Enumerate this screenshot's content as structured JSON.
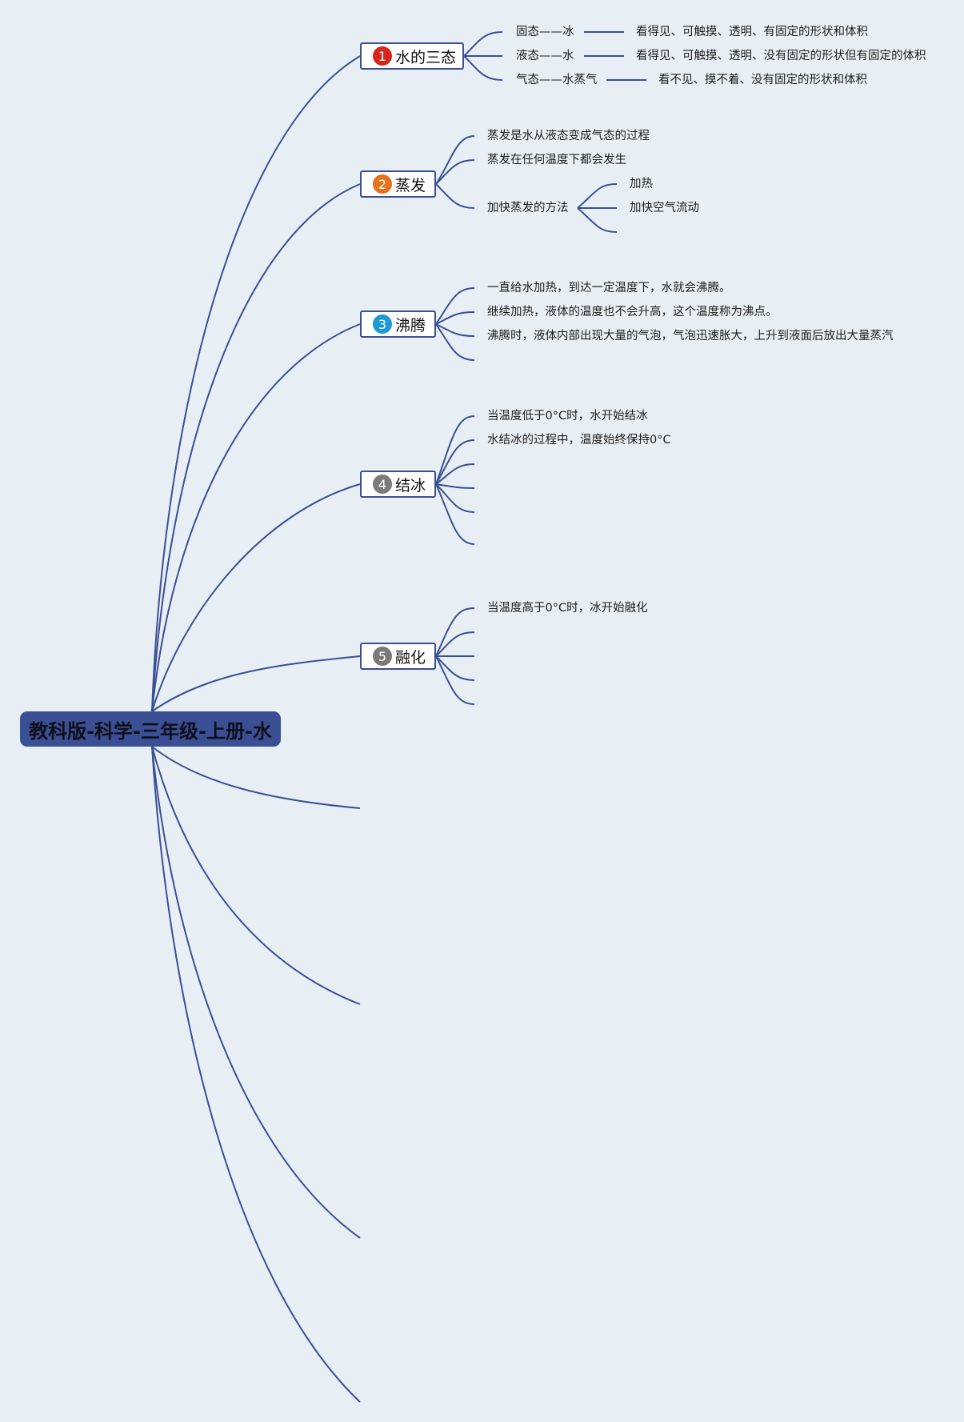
{
  "root": {
    "title": "教科版-科学-三年级-上册-水"
  },
  "topics": [
    {
      "num": "1",
      "label": "水的三态",
      "color": "#d8261c"
    },
    {
      "num": "2",
      "label": "蒸发",
      "color": "#e8711c"
    },
    {
      "num": "3",
      "label": "沸腾",
      "color": "#1d9ad6"
    },
    {
      "num": "4",
      "label": "结冰",
      "color": "#7a7a7a"
    },
    {
      "num": "5",
      "label": "融化",
      "color": "#7a7a7a"
    }
  ],
  "states": [
    {
      "name": "固态——冰",
      "desc": "看得见、可触摸、透明、有固定的形状和体积"
    },
    {
      "name": "液态——水",
      "desc": "看得见、可触摸、透明、没有固定的形状但有固定的体积"
    },
    {
      "name": "气态——水蒸气",
      "desc": "看不见、摸不着、没有固定的形状和体积"
    }
  ],
  "evaporation": {
    "items": [
      "蒸发是水从液态变成气态的过程",
      "蒸发在任何温度下都会发生"
    ],
    "methods_label": "加快蒸发的方法",
    "methods": [
      "加热",
      "加快空气流动"
    ]
  },
  "boiling": {
    "items": [
      "一直给水加热，到达一定温度下，水就会沸腾。",
      "继续加热，液体的温度也不会升高，这个温度称为沸点。",
      "沸腾时，液体内部出现大量的气泡，气泡迅速胀大，上升到液面后放出大量蒸汽"
    ]
  },
  "freezing": {
    "items": [
      "当温度低于0°C时，水开始结冰",
      "水结冰的过程中，温度始终保持0°C"
    ]
  },
  "melting": {
    "items": [
      "当温度高于0°C时，冰开始融化"
    ]
  }
}
